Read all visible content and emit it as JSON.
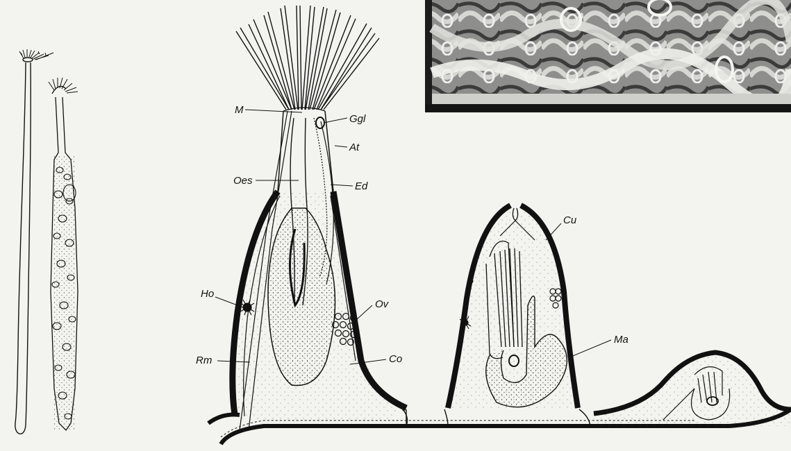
{
  "labels": {
    "M": "M",
    "Ggl": "Ggl",
    "At": "At",
    "Oes": "Oes",
    "Ed": "Ed",
    "Cu": "Cu",
    "Ho": "Ho",
    "Ov": "Ov",
    "Ma": "Ma",
    "Rm": "Rm",
    "Co": "Co"
  }
}
